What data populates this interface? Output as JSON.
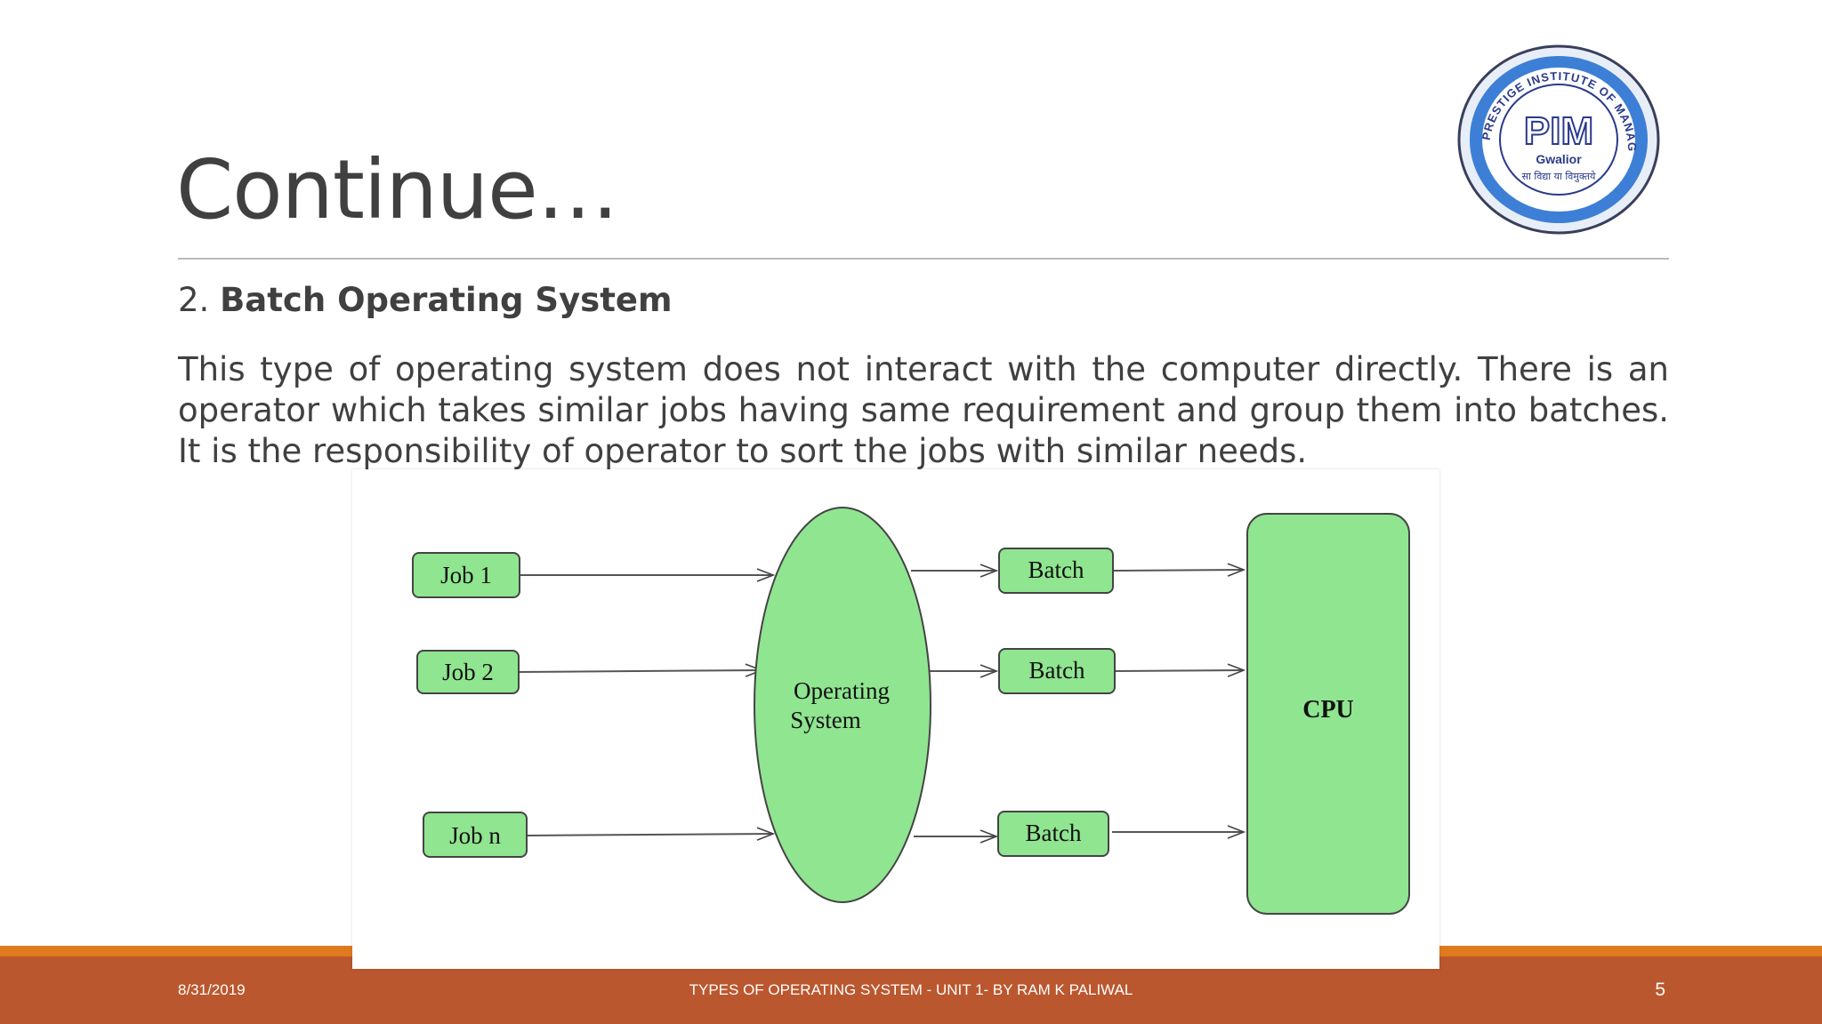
{
  "slide": {
    "title": "Continue…",
    "heading_number": "2.",
    "heading_bold": "Batch Operating System",
    "paragraph": "This type of operating system does not interact with the computer directly. There is an operator which takes similar jobs having same requirement and group them into batches. It is the responsibility of operator to sort the jobs with similar needs."
  },
  "logo": {
    "ring_text": "PRESTIGE INSTITUTE OF MANAGEMENT",
    "mark": "PIM",
    "city": "Gwalior",
    "motto": "सा विद्या या विमुक्तये"
  },
  "diagram": {
    "jobs": [
      "Job 1",
      "Job 2",
      "Job n"
    ],
    "os_label_line1": "Operating",
    "os_label_line2": "System",
    "batches": [
      "Batch",
      "Batch",
      "Batch"
    ],
    "cpu": "CPU"
  },
  "footer": {
    "date": "8/31/2019",
    "center_text": "TYPES OF OPERATING SYSTEM - UNIT 1- BY RAM K PALIWAL",
    "page_number": "5"
  },
  "colors": {
    "title_text": "#404040",
    "footer_bar": "#bb572e",
    "footer_accent": "#e07a1f",
    "diagram_fill": "#90e590",
    "logo_ring": "#2a3a8c"
  }
}
